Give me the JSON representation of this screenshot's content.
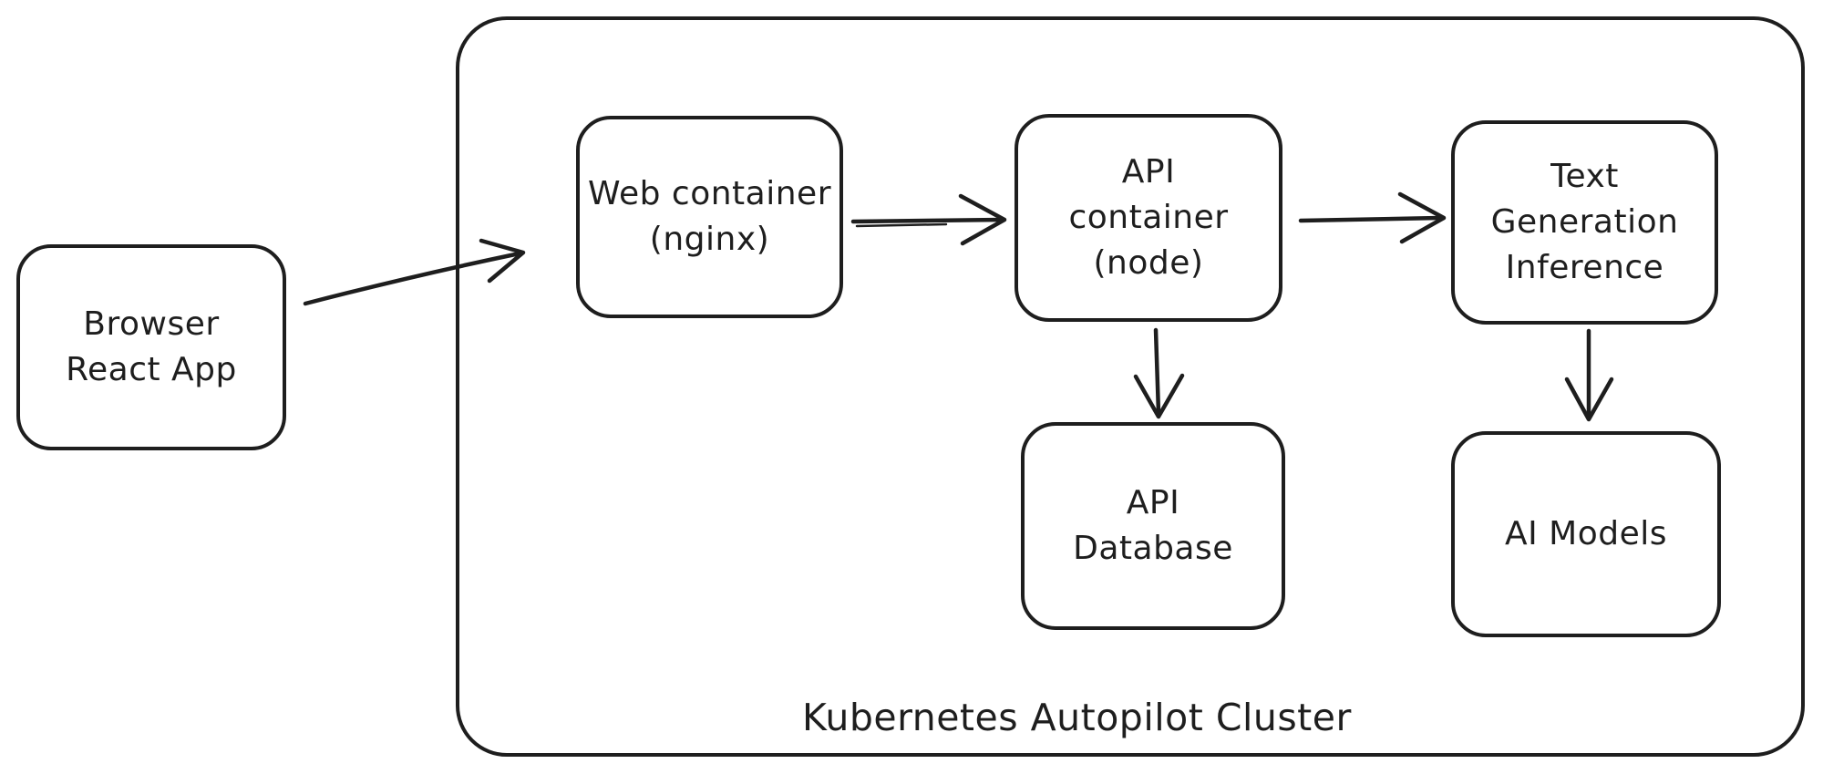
{
  "diagram": {
    "type": "architecture-diagram",
    "style": "hand-drawn",
    "background_color": "#ffffff",
    "stroke_color": "#1e1e1e",
    "cluster": {
      "label": "Kubernetes Autopilot Cluster"
    },
    "nodes": [
      {
        "id": "browser-react-app",
        "label": "Browser\nReact App",
        "inside_cluster": false
      },
      {
        "id": "web-container-nginx",
        "label": "Web container\n(nginx)",
        "inside_cluster": true
      },
      {
        "id": "api-container-node",
        "label": "API\ncontainer\n(node)",
        "inside_cluster": true
      },
      {
        "id": "text-generation-inference",
        "label": "Text\nGeneration\nInference",
        "inside_cluster": true
      },
      {
        "id": "api-database",
        "label": "API\nDatabase",
        "inside_cluster": true
      },
      {
        "id": "ai-models",
        "label": "AI Models",
        "inside_cluster": true
      }
    ],
    "edges": [
      {
        "from": "browser-react-app",
        "to": "web-container-nginx",
        "direction": "right"
      },
      {
        "from": "web-container-nginx",
        "to": "api-container-node",
        "direction": "right"
      },
      {
        "from": "api-container-node",
        "to": "text-generation-inference",
        "direction": "right"
      },
      {
        "from": "api-container-node",
        "to": "api-database",
        "direction": "down"
      },
      {
        "from": "text-generation-inference",
        "to": "ai-models",
        "direction": "down"
      }
    ]
  }
}
